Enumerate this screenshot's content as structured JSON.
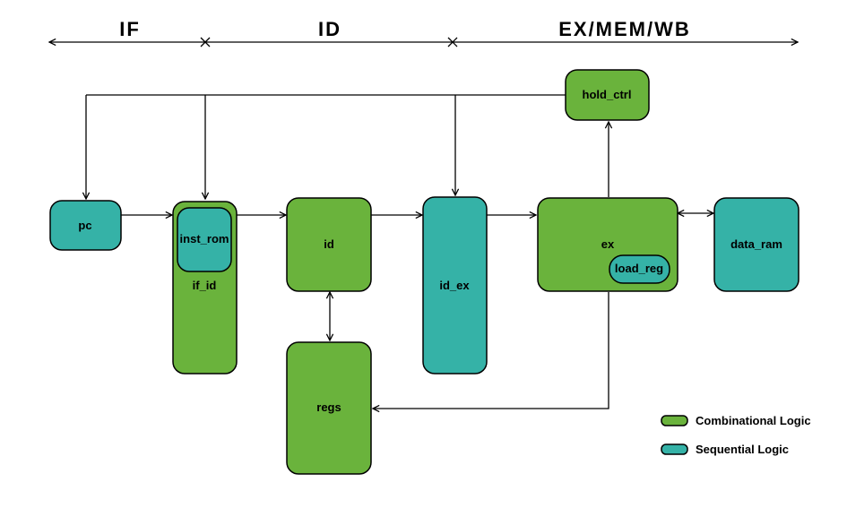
{
  "stages": {
    "if_label": "IF",
    "id_label": "ID",
    "ex_label": "EX/MEM/WB"
  },
  "blocks": {
    "pc": "pc",
    "inst_rom": "inst_rom",
    "if_id": "if_id",
    "id": "id",
    "regs": "regs",
    "id_ex": "id_ex",
    "ex": "ex",
    "load_reg": "load_reg",
    "data_ram": "data_ram",
    "hold_ctrl": "hold_ctrl"
  },
  "legend": {
    "combinational": "Combinational Logic",
    "sequential": "Sequential Logic"
  },
  "colors": {
    "combinational": "#6ab33c",
    "sequential": "#35b2a7"
  }
}
